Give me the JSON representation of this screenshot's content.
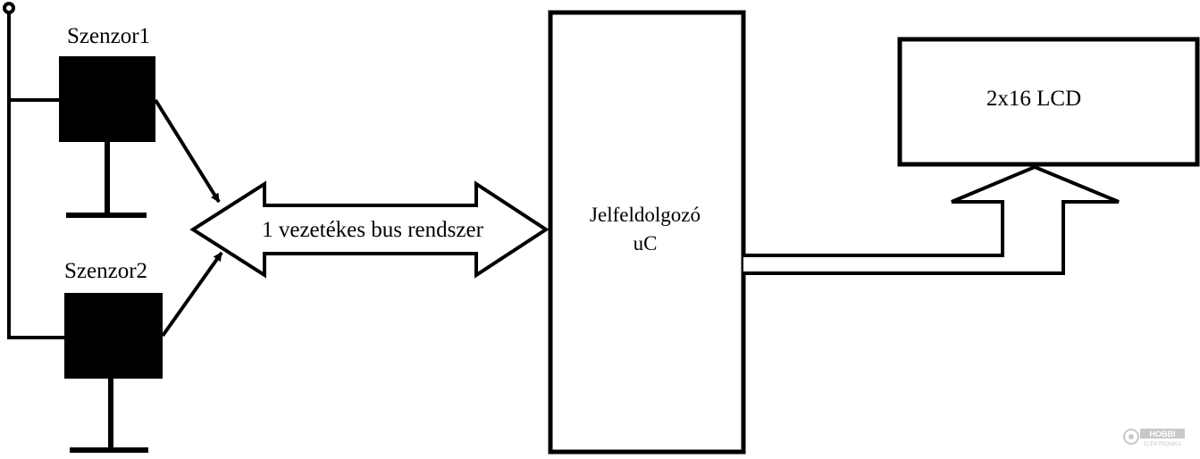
{
  "sensors": [
    {
      "label": "Szenzor1"
    },
    {
      "label": "Szenzor2"
    }
  ],
  "bus": {
    "label": "1 vezetékes bus rendszer"
  },
  "processor": {
    "line1": "Jelfeldolgozó",
    "line2": "uC"
  },
  "display": {
    "label": "2x16 LCD"
  },
  "watermark": {
    "line1": "HOBBI",
    "line2": "ELEKTRONIKA"
  },
  "colors": {
    "stroke": "#000000",
    "fill": "#000000",
    "background": "#ffffff",
    "watermark": "#c8c8c8"
  }
}
